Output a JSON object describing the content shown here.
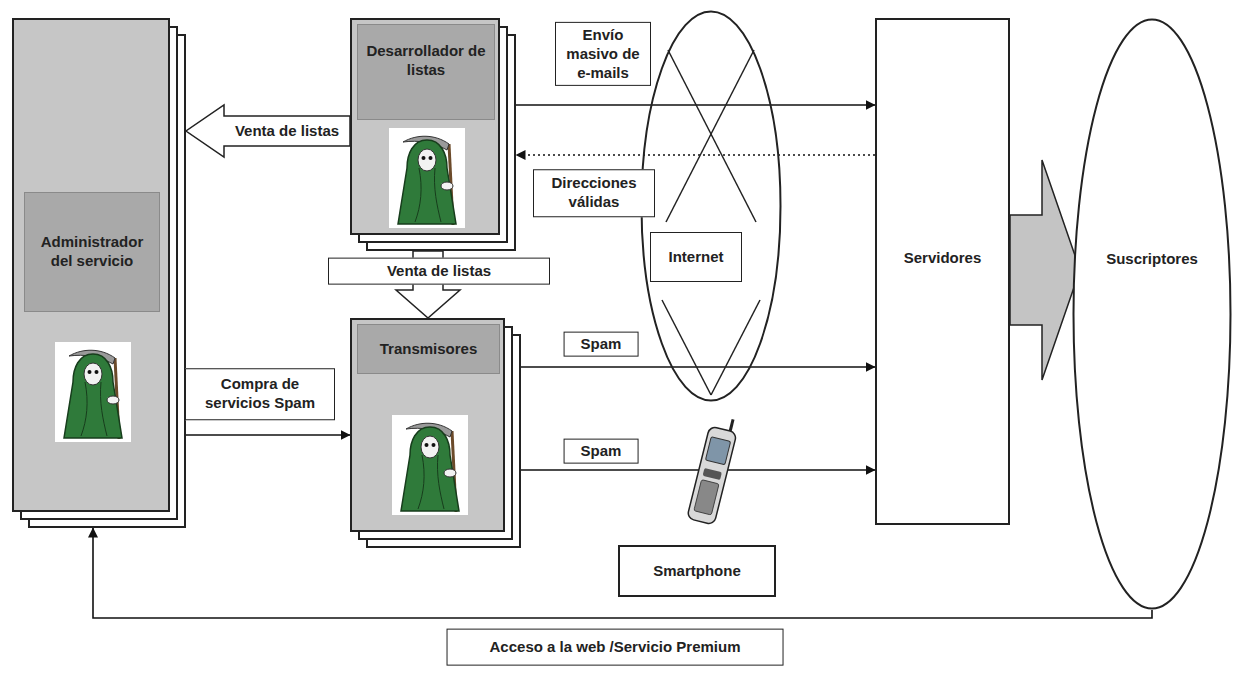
{
  "diagram": {
    "nodes": [
      {
        "text": [
          "Administrador del servicio"
        ]
      },
      {
        "text": [
          "Desarrollador de listas"
        ]
      },
      {
        "text": [
          "Transmisores"
        ]
      },
      {
        "text": [
          "Internet"
        ]
      },
      {
        "text": [
          "Smartphone"
        ]
      },
      {
        "text": [
          "Servidores"
        ]
      },
      {
        "text": [
          "Suscriptores"
        ]
      }
    ],
    "edges": [
      {
        "from": 1,
        "to": 0,
        "arrow": "to",
        "label": "Venta de listas"
      },
      {
        "from": 1,
        "to": 5,
        "arrow": "to",
        "label": "Envío masivo de e-mails"
      },
      {
        "from": 5,
        "to": 1,
        "arrow": "to",
        "label": "Direcciones válidas"
      },
      {
        "from": 1,
        "to": 2,
        "arrow": "to",
        "label": "Venta de listas"
      },
      {
        "from": 0,
        "to": 2,
        "arrow": "to",
        "label": "Compra de servicios Spam"
      },
      {
        "from": 2,
        "to": 5,
        "arrow": "to",
        "label": "Spam"
      },
      {
        "from": 2,
        "to": 5,
        "arrow": "to",
        "label": "Spam"
      },
      {
        "from": 5,
        "to": 6,
        "arrow": "to"
      },
      {
        "from": 6,
        "to": 0,
        "arrow": "to",
        "label": "Acceso a la web /Servicio Premium"
      }
    ]
  }
}
